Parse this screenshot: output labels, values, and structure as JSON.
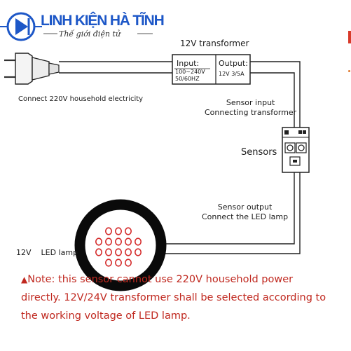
{
  "brand": {
    "name": "LINH KIỆN HÀ TĨNH",
    "tagline": "Thế giới điện tử",
    "accent_color": "#1d57c7"
  },
  "transformer": {
    "title": "12V transformer",
    "input_label": "Input:",
    "input_values": "100~240V\n50/60HZ",
    "output_label": "Output:",
    "output_value": "12V 3/5A"
  },
  "plug": {
    "label": "Connect 220V household electricity",
    "icon": "power-plug-icon"
  },
  "sensor": {
    "input_label": "Sensor input\nConnecting transformer",
    "name": "Sensors",
    "output_label": "Sensor output\nConnect the LED lamp"
  },
  "lamp": {
    "label": "12V    LED lamp",
    "led_count": 16,
    "led_color": "#d42a2a"
  },
  "note": {
    "icon": "▲",
    "text": "Note: this sensor cannot use 220V household power directly. 12V/24V transformer shall be selected according to the working voltage of LED lamp.",
    "color": "#c0281f"
  }
}
